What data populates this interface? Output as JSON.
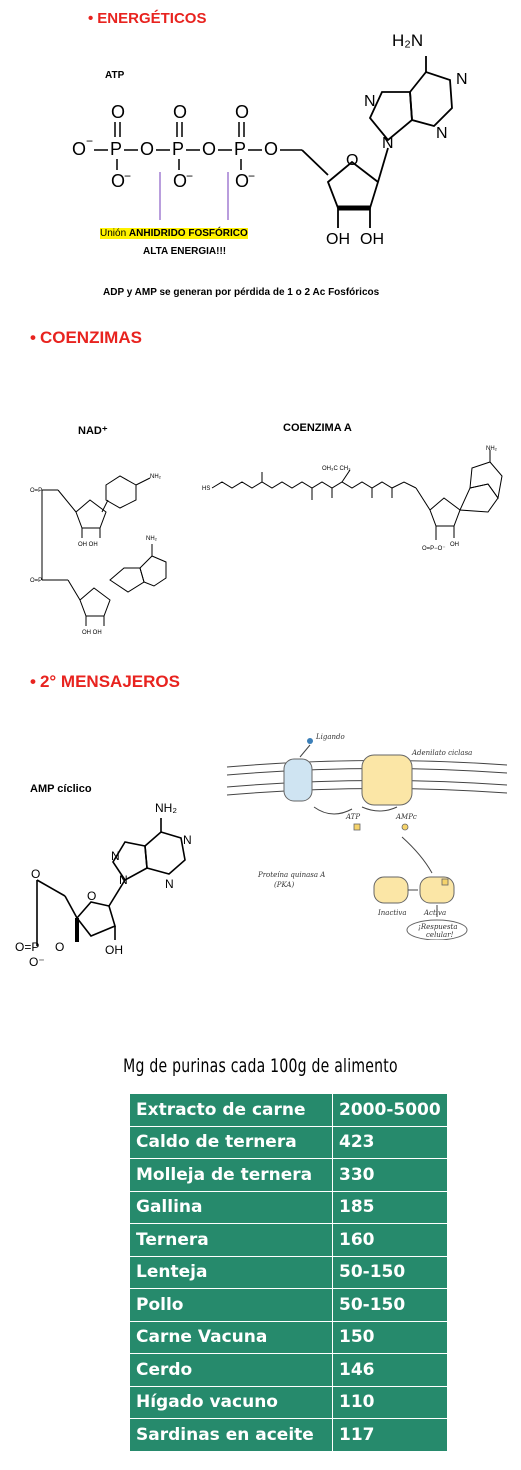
{
  "sections": {
    "energeticos": "ENERGÉTICOS",
    "coenzimas": "COENZIMAS",
    "mensajeros": "2° MENSAJEROS"
  },
  "bullet": "•",
  "atp": {
    "label": "ATP",
    "union_prefix": "Unión ",
    "union_highlight": "ANHIDRIDO FOSFÓRICO",
    "energy": "ALTA ENERGIA!!!",
    "note": "ADP y AMP se generan por pérdida de 1 o 2 Ac Fosfóricos",
    "amine": "H₂N"
  },
  "coenzymes": {
    "nad_label": "NAD⁺",
    "coa_label": "COENZIMA A"
  },
  "messengers": {
    "camp_label": "AMP cíclico",
    "nh2": "NH₂",
    "diagram": {
      "ligand": "Ligando",
      "adenylate": "Adenilato ciclasa",
      "atp": "ATP",
      "amp": "AMPc",
      "pka": "Proteína quinasa A",
      "pka_abbr": "(PKA)",
      "inactive": "Inactiva",
      "active": "Activa",
      "response1": "¡Respuesta",
      "response2": "celular!"
    }
  },
  "purine_table": {
    "title": "Mg de purinas cada 100g de alimento",
    "rows": [
      {
        "food": "Extracto de carne",
        "mg": "2000-5000"
      },
      {
        "food": "Caldo de ternera",
        "mg": "423"
      },
      {
        "food": "Molleja de ternera",
        "mg": "330"
      },
      {
        "food": "Gallina",
        "mg": "185"
      },
      {
        "food": "Ternera",
        "mg": "160"
      },
      {
        "food": "Lenteja",
        "mg": "50-150"
      },
      {
        "food": "Pollo",
        "mg": "50-150"
      },
      {
        "food": "Carne Vacuna",
        "mg": "150"
      },
      {
        "food": "Cerdo",
        "mg": "146"
      },
      {
        "food": "Hígado vacuno",
        "mg": "110"
      },
      {
        "food": "Sardinas en aceite",
        "mg": "117"
      }
    ]
  },
  "colors": {
    "title_red": "#e8231f",
    "table_green": "#268a6c",
    "highlight_yellow": "#fff200",
    "arrow_purple": "#8a5cc6"
  }
}
